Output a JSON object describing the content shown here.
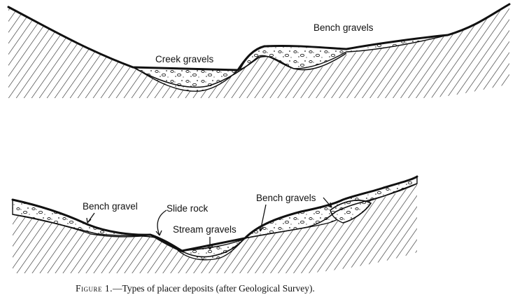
{
  "labels": {
    "top_creek_gravels": "Creek gravels",
    "top_bench_gravels": "Bench gravels",
    "bottom_bench_gravel": "Bench gravel",
    "bottom_slide_rock": "Slide rock",
    "bottom_stream_gravels": "Stream gravels",
    "bottom_bench_gravels": "Bench gravels"
  },
  "caption": {
    "lead": "Figure 1.",
    "text": "—Types of placer deposits (after Geological Survey)."
  }
}
